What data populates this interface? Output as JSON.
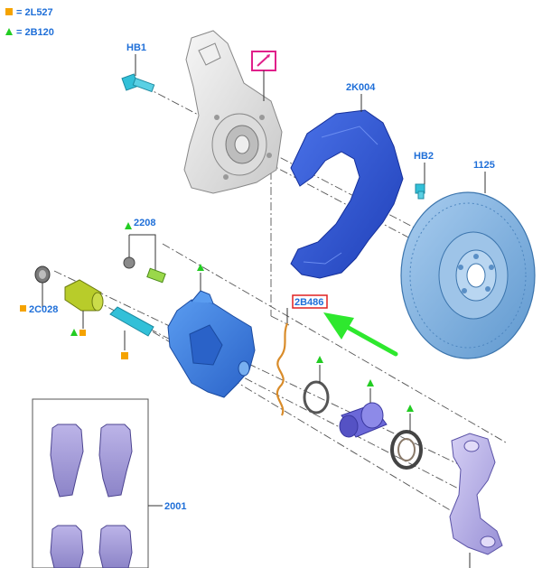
{
  "legend": [
    {
      "symbol": "square",
      "color": "#f5a300",
      "text": "= 2L527"
    },
    {
      "symbol": "triangle",
      "color": "#22cc22",
      "text": "= 2B120"
    }
  ],
  "labels": {
    "hb1": "HB1",
    "k2004": "2K004",
    "hb2": "HB2",
    "disc": "1125",
    "s2208": "2208",
    "c2028": "2C028",
    "b2486": "2B486",
    "pads": "2001"
  },
  "colors": {
    "accent_label": "#1f6fd8",
    "square": "#f5a300",
    "triangle": "#22cc22",
    "arrow": "#2ee82e",
    "highlight_box": "#e0208a",
    "highlight_label_box": "#e02020",
    "shield": "#2f55d4",
    "caliper": "#3a7ee0",
    "disc": "#7fb2df",
    "bracket": "#b9b2e6",
    "pads": "#a49ad6",
    "knuckle": "#e6e6e6",
    "bolt": "#32c0d8",
    "slide_pin": "#b8cc2a",
    "piston": "#6b68d8",
    "wire": "#d98c2a"
  }
}
